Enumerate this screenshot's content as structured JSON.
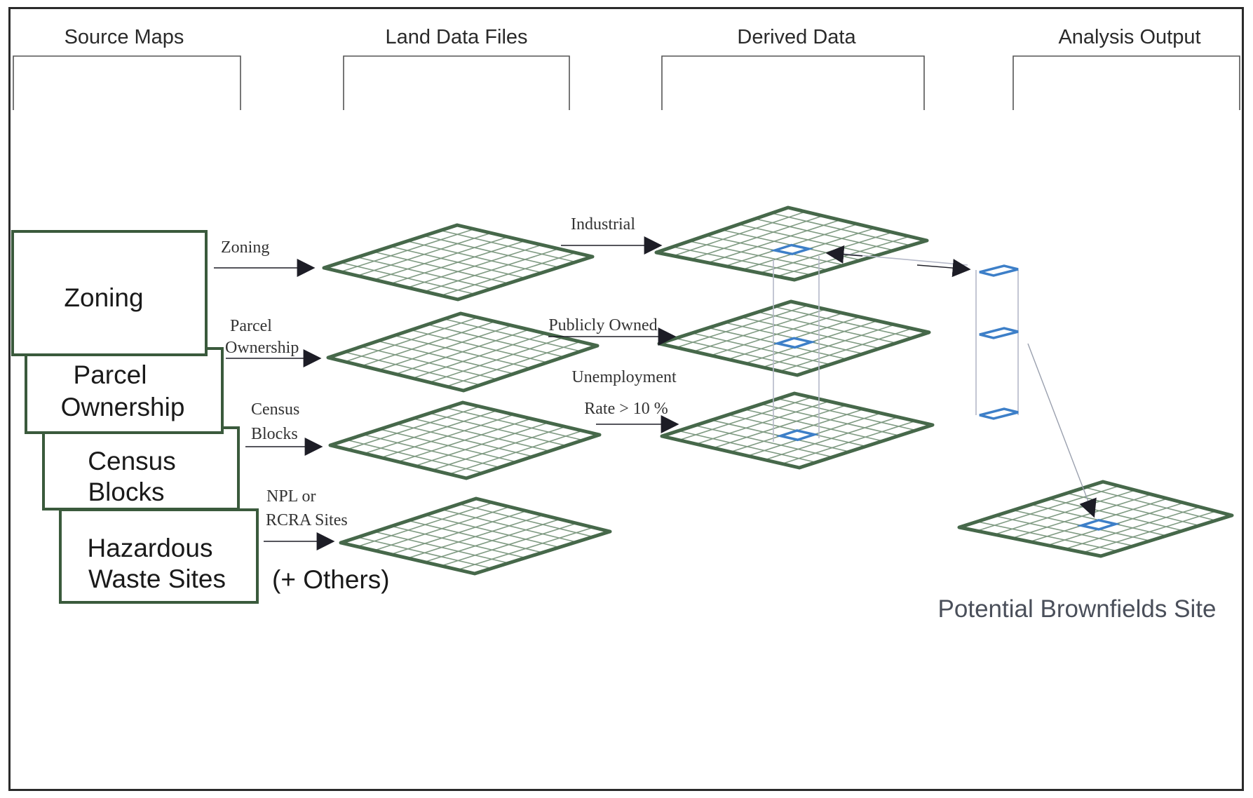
{
  "colors": {
    "grid_outline": "#46684a",
    "grid_lines": "#7f9a82",
    "highlight_cell": "#3d7fc8",
    "arrow": "#1d1d26",
    "box_border": "#3a5a3c"
  },
  "headers": {
    "source_maps": "Source Maps",
    "land_data_files": "Land Data Files",
    "derived_data": "Derived Data",
    "analysis_output": "Analysis Output"
  },
  "source_boxes": {
    "zoning": "Zoning",
    "parcel_line1": "Parcel",
    "parcel_line2": "Ownership",
    "census_line1": "Census",
    "census_line2": "Blocks",
    "hazard_line1": "Hazardous",
    "hazard_line2": "Waste Sites"
  },
  "source_arrow_labels": {
    "zoning": "Zoning",
    "parcel_line1": "Parcel",
    "parcel_line2": "Ownership",
    "census_line1": "Census",
    "census_line2": "Blocks",
    "npl_line1": "NPL or",
    "npl_line2": "RCRA Sites"
  },
  "others_label": "(+ Others)",
  "derived_labels": {
    "industrial": "Industrial",
    "publicly_owned": "Publicly Owned",
    "unemployment_line1": "Unemployment",
    "unemployment_line2": "Rate > 10 %"
  },
  "output_label": "Potential Brownfields Site"
}
